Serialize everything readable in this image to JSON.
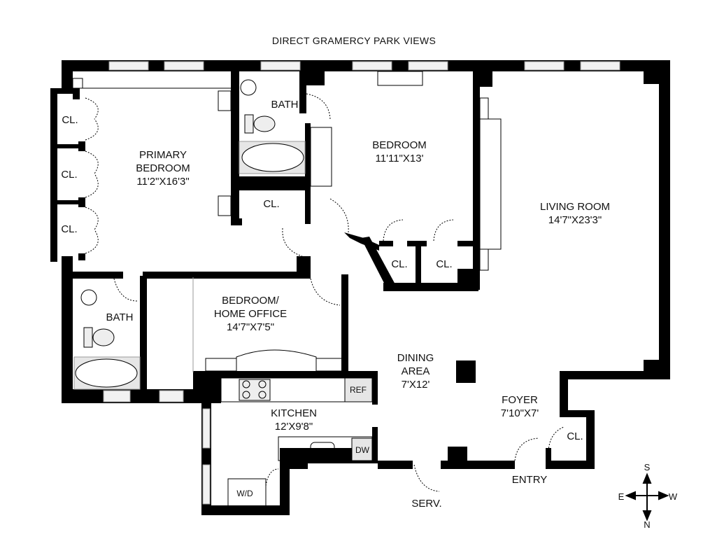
{
  "title": "DIRECT GRAMERCY PARK VIEWS",
  "rooms": {
    "primary_bedroom": {
      "name_line1": "PRIMARY",
      "name_line2": "BEDROOM",
      "dims": "11'2\"X16'3\""
    },
    "bath_upper": {
      "name": "BATH"
    },
    "bedroom": {
      "name": "BEDROOM",
      "dims": "11'11\"X13'"
    },
    "living_room": {
      "name": "LIVING ROOM",
      "dims": "14'7\"X23'3\""
    },
    "bedroom_office": {
      "name_line1": "BEDROOM/",
      "name_line2": "HOME OFFICE",
      "dims": "14'7\"X7'5\""
    },
    "bath_lower": {
      "name": "BATH"
    },
    "kitchen": {
      "name": "KITCHEN",
      "dims": "12'X9'8\""
    },
    "dining_area": {
      "name_line1": "DINING",
      "name_line2": "AREA",
      "dims": "7'X12'"
    },
    "foyer": {
      "name": "FOYER",
      "dims": "7'10\"X7'"
    }
  },
  "closets": [
    "CL.",
    "CL.",
    "CL.",
    "CL.",
    "CL.",
    "CL.",
    "CL."
  ],
  "appliances": {
    "refrigerator": "REF",
    "dishwasher": "DW",
    "washer_dryer": "W/D"
  },
  "entrances": {
    "entry": "ENTRY",
    "service": "SERV."
  },
  "compass": {
    "top": "S",
    "bottom": "N",
    "left": "E",
    "right": "W"
  },
  "colors": {
    "wall": "#000000",
    "fixture_fill": "#e6e6e6",
    "background": "#ffffff"
  }
}
